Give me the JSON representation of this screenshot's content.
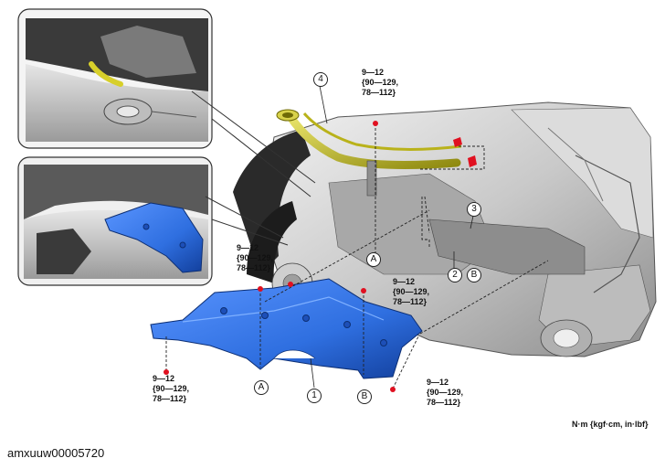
{
  "torque_specs": [
    {
      "line1": "9—12",
      "line2": "{90—129,",
      "line3": "78—112}"
    },
    {
      "line1": "9—12",
      "line2": "{90—129,",
      "line3": "78—112}"
    },
    {
      "line1": "9—12",
      "line2": "{90—129,",
      "line3": "78—112}"
    },
    {
      "line1": "9—12",
      "line2": "{90—129,",
      "line3": "78—112}"
    },
    {
      "line1": "9—12",
      "line2": "{90—129,",
      "line3": "78—112}"
    }
  ],
  "callouts": {
    "part_1": "1",
    "part_2": "2",
    "part_3": "3",
    "part_4": "4",
    "ref_a_top": "A",
    "ref_a_bottom": "A",
    "ref_b_top": "B",
    "ref_b_bottom": "B"
  },
  "unit_note": "N·m {kgf·cm, in·lbf}",
  "image_id": "amxuuw00005720",
  "colors": {
    "bracket_blue": "#2f6fe0",
    "filler_pipe_yellow": "#c9c21a",
    "bolt_red": "#e01020"
  }
}
